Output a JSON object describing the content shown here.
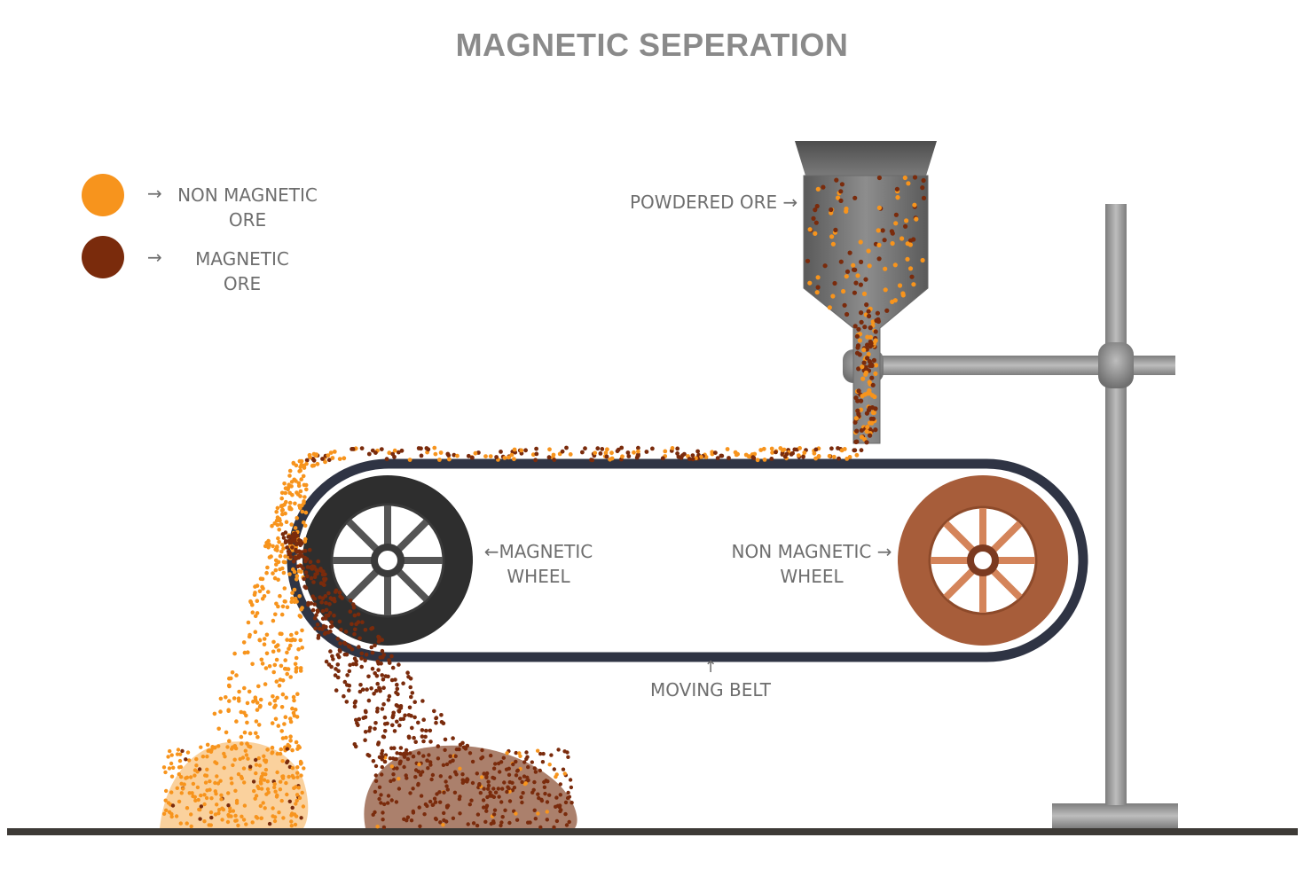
{
  "title": "MAGNETIC SEPERATION",
  "legend": [
    {
      "arrow": "→",
      "line1": "NON MAGNETIC",
      "line2": "ORE",
      "color": "#f7941d"
    },
    {
      "arrow": "→",
      "line1": "MAGNETIC",
      "line2": "ORE",
      "color": "#7a2b0c"
    }
  ],
  "labels": {
    "powdered_ore": "POWDERED ORE →",
    "magnetic_wheel_line1": "←MAGNETIC",
    "magnetic_wheel_line2": "WHEEL",
    "non_magnetic_wheel_line1": "NON MAGNETIC →",
    "non_magnetic_wheel_line2": "WHEEL",
    "moving_belt_arrow": "↑",
    "moving_belt": "MOVING BELT"
  },
  "colors": {
    "non_magnetic": "#f7941d",
    "magnetic": "#7a2b0c",
    "belt": "#2f3444",
    "stand": "#9a9a9a",
    "ground": "#3d3a36",
    "magnetic_wheel_tyre": "#2e2e2e",
    "non_magnetic_wheel": "#a75d3a"
  }
}
